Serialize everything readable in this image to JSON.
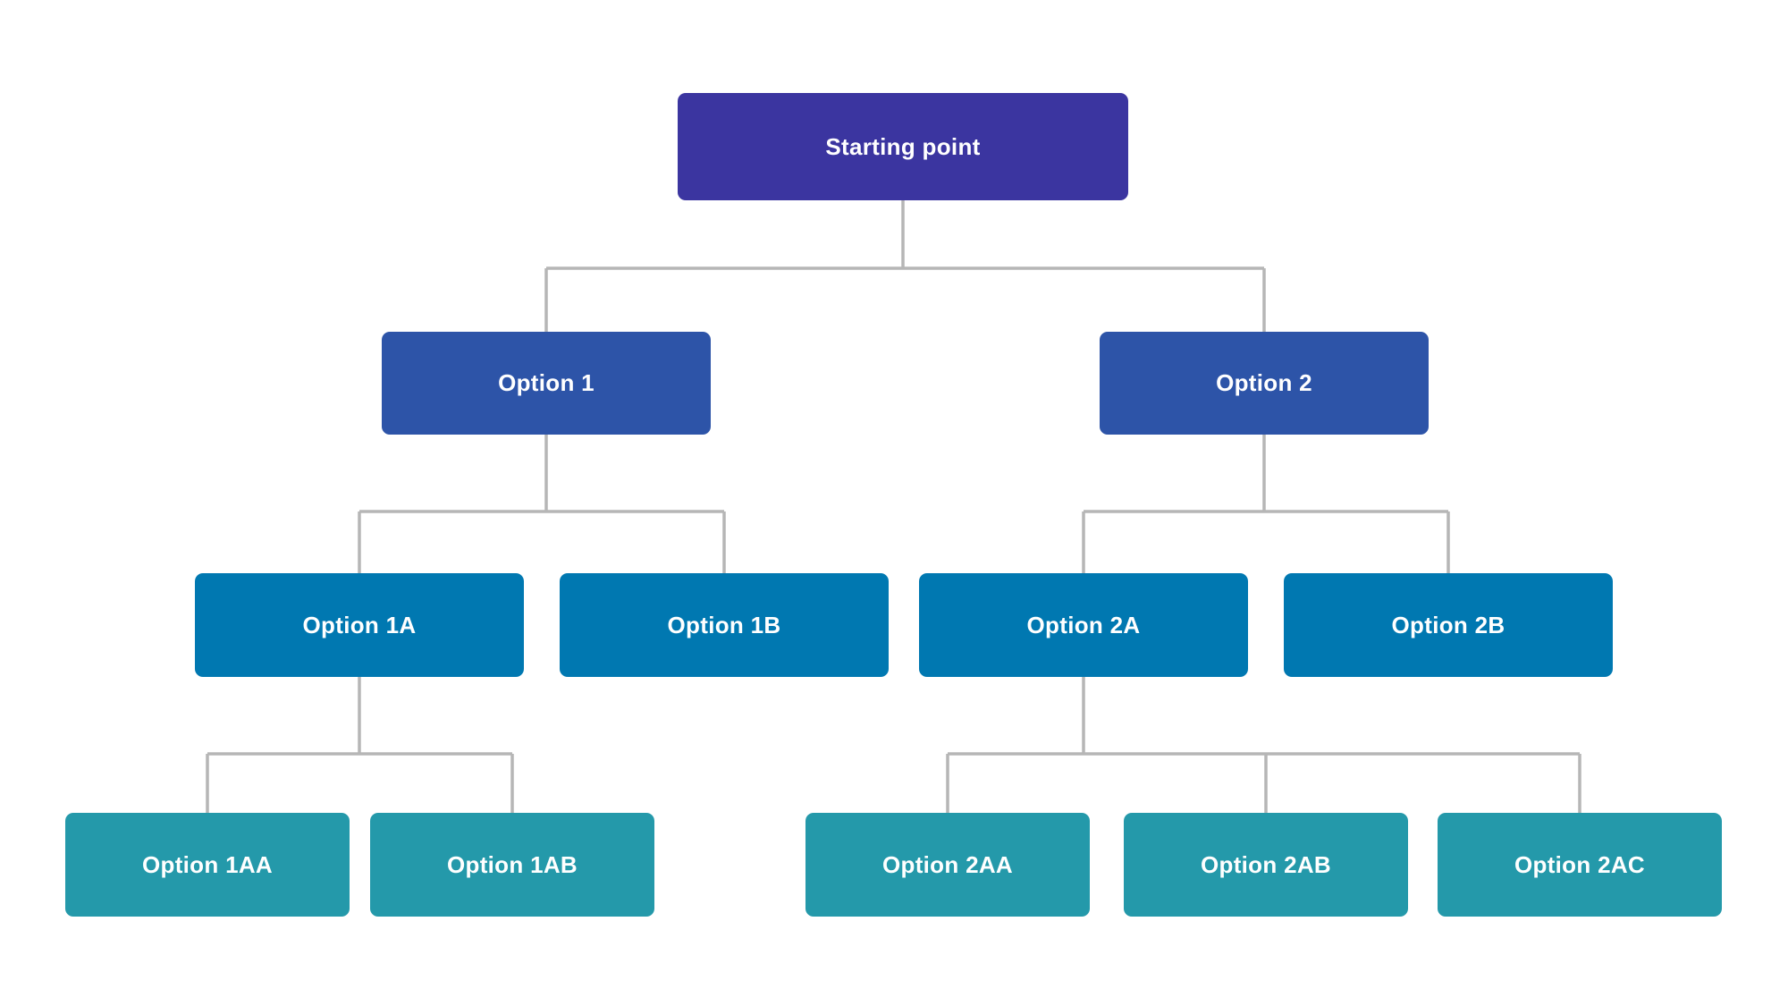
{
  "diagram": {
    "type": "decision-tree",
    "background": "#ffffff",
    "connector_color": "#b6b6b6",
    "label_text_color": "#ffffff",
    "levels": [
      {
        "level": 1,
        "name": "root",
        "color": "#3b35a0"
      },
      {
        "level": 2,
        "name": "level-2",
        "color": "#2d54a8"
      },
      {
        "level": 3,
        "name": "level-3",
        "color": "#0078b1"
      },
      {
        "level": 4,
        "name": "level-4",
        "color": "#2499aa"
      }
    ],
    "nodes": {
      "start": {
        "label": "Starting point",
        "level": 1,
        "color": "#3b35a0",
        "parent": null
      },
      "option1": {
        "label": "Option 1",
        "level": 2,
        "color": "#2d54a8",
        "parent": "start"
      },
      "option2": {
        "label": "Option 2",
        "level": 2,
        "color": "#2d54a8",
        "parent": "start"
      },
      "option1a": {
        "label": "Option 1A",
        "level": 3,
        "color": "#0078b1",
        "parent": "option1"
      },
      "option1b": {
        "label": "Option 1B",
        "level": 3,
        "color": "#0078b1",
        "parent": "option1"
      },
      "option2a": {
        "label": "Option 2A",
        "level": 3,
        "color": "#0078b1",
        "parent": "option2"
      },
      "option2b": {
        "label": "Option 2B",
        "level": 3,
        "color": "#0078b1",
        "parent": "option2"
      },
      "option1aa": {
        "label": "Option 1AA",
        "level": 4,
        "color": "#2499aa",
        "parent": "option1a"
      },
      "option1ab": {
        "label": "Option 1AB",
        "level": 4,
        "color": "#2499aa",
        "parent": "option1a"
      },
      "option2aa": {
        "label": "Option 2AA",
        "level": 4,
        "color": "#2499aa",
        "parent": "option2a"
      },
      "option2ab": {
        "label": "Option 2AB",
        "level": 4,
        "color": "#2499aa",
        "parent": "option2a"
      },
      "option2ac": {
        "label": "Option 2AC",
        "level": 4,
        "color": "#2499aa",
        "parent": "option2a"
      }
    }
  }
}
